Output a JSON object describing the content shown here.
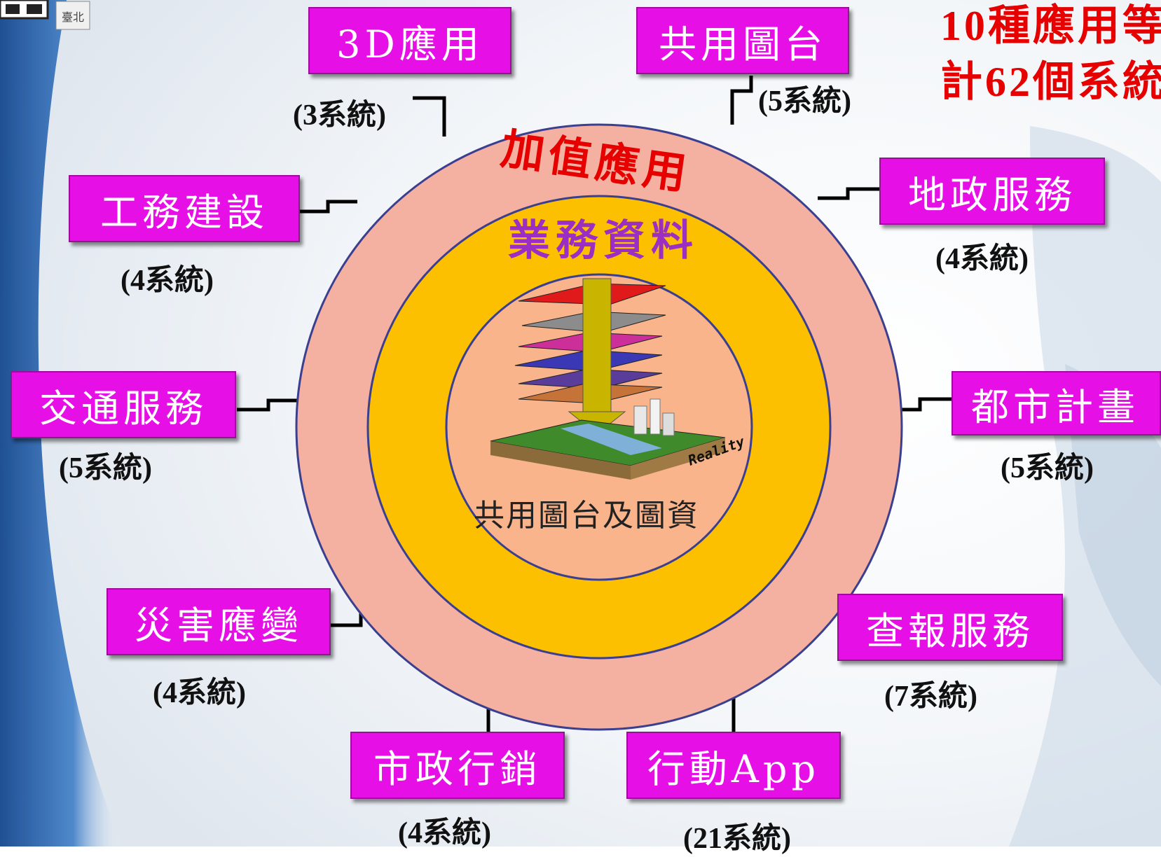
{
  "title": {
    "line1": "10種應用等",
    "line2": "計62個系統"
  },
  "rings": {
    "outer_label": "加值應用",
    "middle_label": "業務資料",
    "inner_label": "共用圖台及圖資",
    "reality_label": "Reality",
    "outer_color": "#f4b0a0",
    "middle_color": "#fdc000",
    "inner_color": "#f9b48c"
  },
  "logo": {
    "text": "臺北"
  },
  "apps": [
    {
      "label": "3D應用",
      "count": "(3系統)"
    },
    {
      "label": "共用圖台",
      "count": "(5系統)"
    },
    {
      "label": "工務建設",
      "count": "(4系統)"
    },
    {
      "label": "地政服務",
      "count": "(4系統)"
    },
    {
      "label": "交通服務",
      "count": "(5系統)"
    },
    {
      "label": "都市計畫",
      "count": "(5系統)"
    },
    {
      "label": "災害應變",
      "count": "(4系統)"
    },
    {
      "label": "查報服務",
      "count": "(7系統)"
    },
    {
      "label": "市政行銷",
      "count": "(4系統)"
    },
    {
      "label": "行動App",
      "count": "(21系統)"
    }
  ],
  "colors": {
    "box": "#e60fe6",
    "title": "#e60000",
    "ring_border": "#3a3f8f"
  }
}
